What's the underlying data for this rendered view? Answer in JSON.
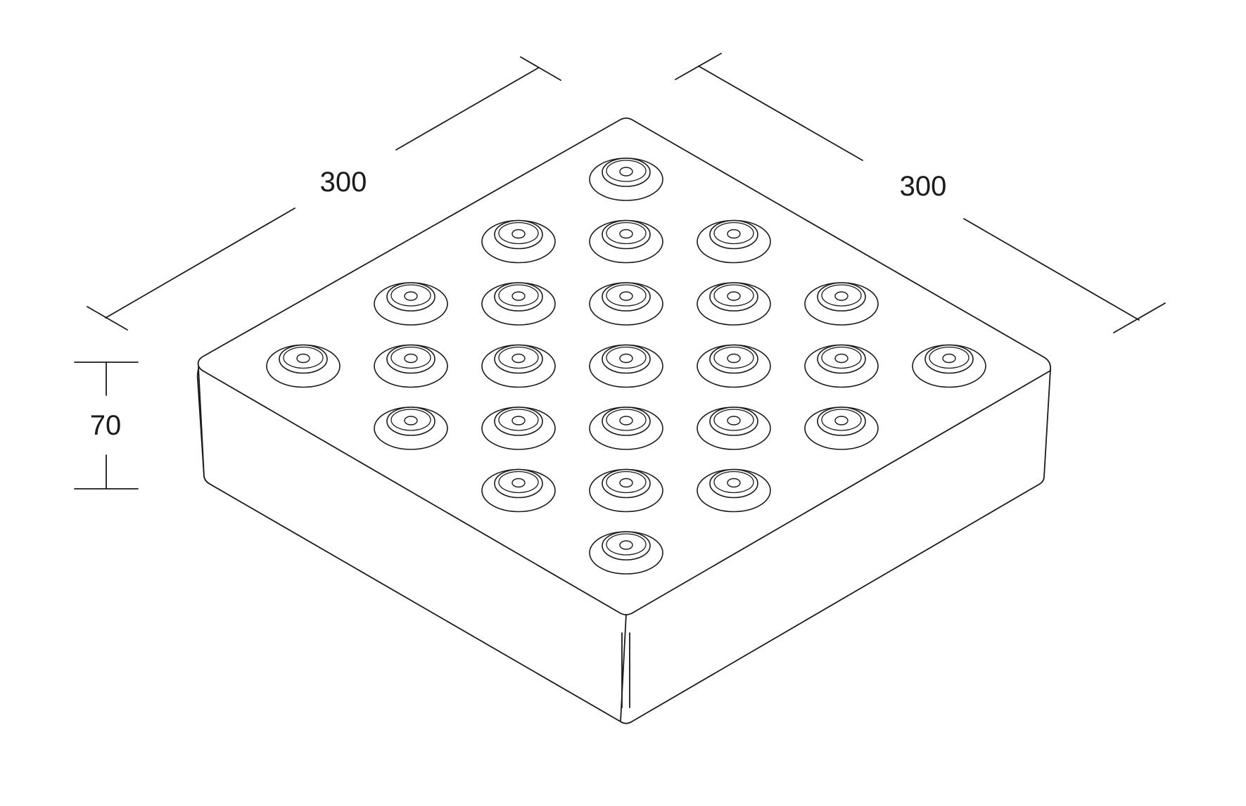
{
  "dimensions": {
    "width_left": "300",
    "width_right": "300",
    "height": "70"
  },
  "tile": {
    "studs_per_row": [
      1,
      3,
      5,
      7,
      5,
      3,
      1
    ],
    "stud_total": 25
  },
  "colors": {
    "line": "#1a1a1a",
    "background": "#ffffff"
  }
}
